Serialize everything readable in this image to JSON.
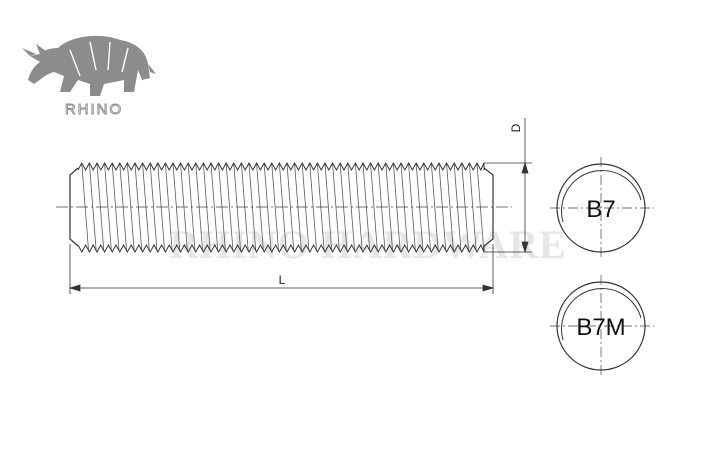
{
  "brand": {
    "logo_text": "RHINO",
    "watermark": "RHINO HARDWARE"
  },
  "dimensions": {
    "length_label": "L",
    "diameter_label": "D"
  },
  "grade_marks": [
    {
      "label": "B7"
    },
    {
      "label": "B7M"
    }
  ]
}
